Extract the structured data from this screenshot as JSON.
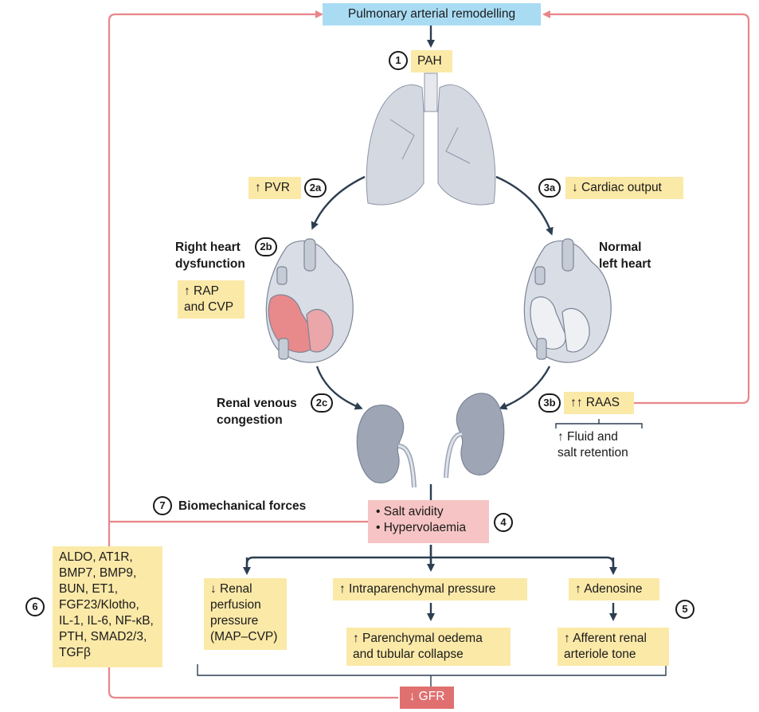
{
  "top": {
    "title": "Pulmonary arterial remodelling"
  },
  "step1": {
    "number": "1",
    "label": "PAH"
  },
  "step2a": {
    "number": "2a",
    "label": "↑ PVR"
  },
  "step2b": {
    "number": "2b",
    "title": "Right heart\ndysfunction",
    "label": "↑ RAP\nand CVP"
  },
  "step2c": {
    "number": "2c",
    "title": "Renal venous\ncongestion"
  },
  "step3a": {
    "number": "3a",
    "label": "↓ Cardiac output"
  },
  "step3b": {
    "number": "3b",
    "label": "↑↑ RAAS",
    "sub": "↑ Fluid and\nsalt retention"
  },
  "normal_heart": {
    "title": "Normal\nleft heart"
  },
  "step4": {
    "number": "4",
    "items": [
      "• Salt avidity",
      "• Hypervolaemia"
    ]
  },
  "step5": {
    "number": "5",
    "renal_perfusion": "↓ Renal\nperfusion\npressure\n(MAP–CVP)",
    "intraparenchymal": "↑ Intraparenchymal pressure",
    "parenchymal_oedema": "↑ Parenchymal oedema\nand tubular collapse",
    "adenosine": "↑ Adenosine",
    "afferent": "↑ Afferent renal\narteriole tone"
  },
  "step6": {
    "number": "6",
    "label": "ALDO, AT1R,\nBMP7, BMP9,\nBUN, ET1,\nFGF23/Klotho,\nIL-1, IL-6, NF-κB,\nPTH, SMAD2/3,\nTGFβ"
  },
  "step7": {
    "number": "7",
    "label": "Biomechanical forces"
  },
  "gfr": {
    "label": "↓ GFR"
  },
  "colors": {
    "feedback_line": "#e8868a",
    "arrow": "#2c3e50",
    "yellow_box": "#fbe9a8",
    "blue_box": "#a9dcf3",
    "pink_box": "#f6c4c4",
    "gfr_box": "#e07070"
  }
}
